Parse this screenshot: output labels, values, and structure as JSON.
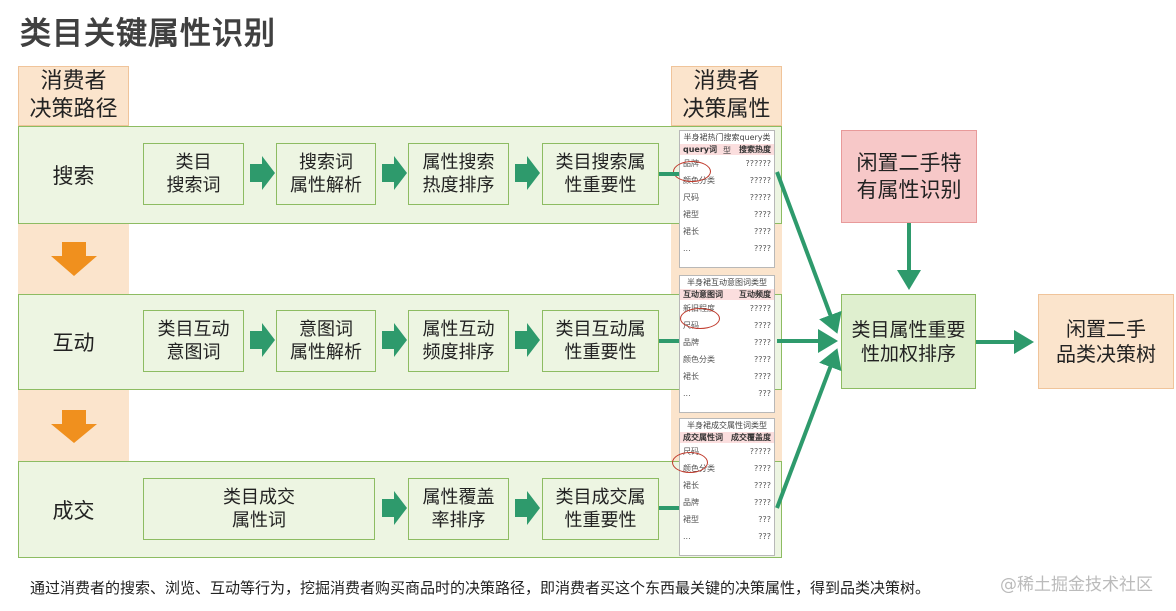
{
  "title": "类目关键属性识别",
  "headers": {
    "path": "消费者\n决策路径",
    "attr": "消费者\n决策属性"
  },
  "stages": [
    {
      "label": "搜索",
      "steps": [
        "类目\n搜索词",
        "搜索词\n属性解析",
        "属性搜索\n热度排序",
        "类目搜索属\n性重要性"
      ]
    },
    {
      "label": "互动",
      "steps": [
        "类目互动\n意图词",
        "意图词\n属性解析",
        "属性互动\n频度排序",
        "类目互动属\n性重要性"
      ]
    },
    {
      "label": "成交",
      "steps": [
        "类目成交\n属性词",
        "属性覆盖\n率排序",
        "类目成交属\n性重要性"
      ]
    }
  ],
  "panels": [
    {
      "title": "半身裙热门搜索query类型",
      "head": [
        "query词",
        "搜索热度"
      ],
      "rows": [
        [
          "品牌",
          "??????"
        ],
        [
          "颜色分类",
          "?????"
        ],
        [
          "尺码",
          "?????"
        ],
        [
          "裙型",
          "????"
        ],
        [
          "裙长",
          "????"
        ],
        [
          "...",
          "????"
        ]
      ]
    },
    {
      "title": "半身裙互动意图词类型",
      "head": [
        "互动意图词",
        "互动频度"
      ],
      "rows": [
        [
          "新旧程度",
          "?????"
        ],
        [
          "尺码",
          "????"
        ],
        [
          "品牌",
          "????"
        ],
        [
          "颜色分类",
          "????"
        ],
        [
          "裙长",
          "????"
        ],
        [
          "...",
          "???"
        ]
      ]
    },
    {
      "title": "半身裙成交属性词类型",
      "head": [
        "成交属性词",
        "成交覆盖度"
      ],
      "rows": [
        [
          "尺码",
          "?????"
        ],
        [
          "颜色分类",
          "????"
        ],
        [
          "裙长",
          "????"
        ],
        [
          "品牌",
          "????"
        ],
        [
          "裙型",
          "???"
        ],
        [
          "...",
          "???"
        ]
      ]
    }
  ],
  "right": {
    "special": "闲置二手特\n有属性识别",
    "weighted": "类目属性重要\n性加权排序",
    "tree": "闲置二手\n品类决策树"
  },
  "caption": "通过消费者的搜索、浏览、互动等行为，挖掘消费者购买商品时的决策路径，即消费者买这个东西最关键的决策属性，得到品类决策树。",
  "watermark": "@稀土掘金技术社区",
  "colors": {
    "arrow_green": "#2e9a6c",
    "arrow_orange": "#f0901e",
    "circle_red": "#c0392b"
  }
}
